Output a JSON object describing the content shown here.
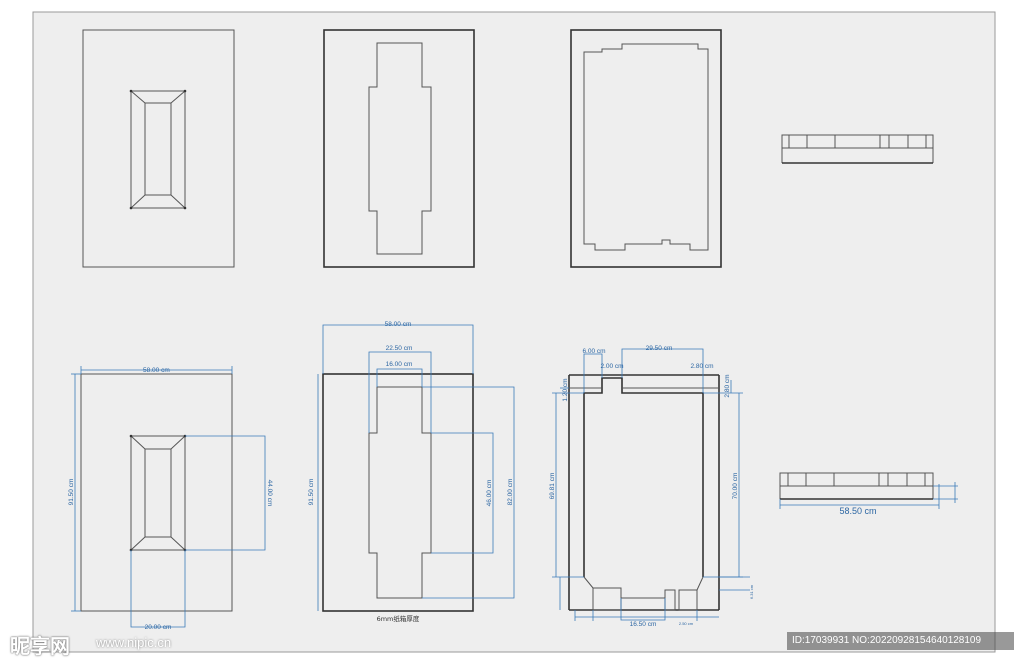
{
  "colors": {
    "sheet": "#eeeeee",
    "line": "#555555",
    "dimension": "#3a7ab8"
  },
  "dims": {
    "outer_width": "58.00 cm",
    "outer_height": "91.50 cm",
    "top_gap": "44.00 cm",
    "bottom_width": "20.00 cm",
    "slot_outer": "22.50 cm",
    "slot_inner": "16.00 cm",
    "slot_mid": "46.00 cm",
    "slot_total": "82.00 cm",
    "frame_tab": "6.00 cm",
    "frame_top_span": "29.50 cm",
    "frame_notch_left": "2.00 cm",
    "frame_notch_right": "2.80 cm",
    "frame_left_top": "1.20 cm",
    "frame_right_top": "2.80 cm",
    "frame_left_height": "69.81 cm",
    "frame_right_height": "70.00 cm",
    "frame_bottom_span": "16.50 cm",
    "frame_small_right": "2.50 cm",
    "frame_small_bottom": "6.31 cm",
    "side_length": "58.50 cm"
  },
  "caption": "6mm纸箱厚度",
  "watermark": {
    "logo": "昵享网",
    "url": "www.nipic.cn"
  },
  "id_text": "ID:17039931 NO:20220928154640128109"
}
